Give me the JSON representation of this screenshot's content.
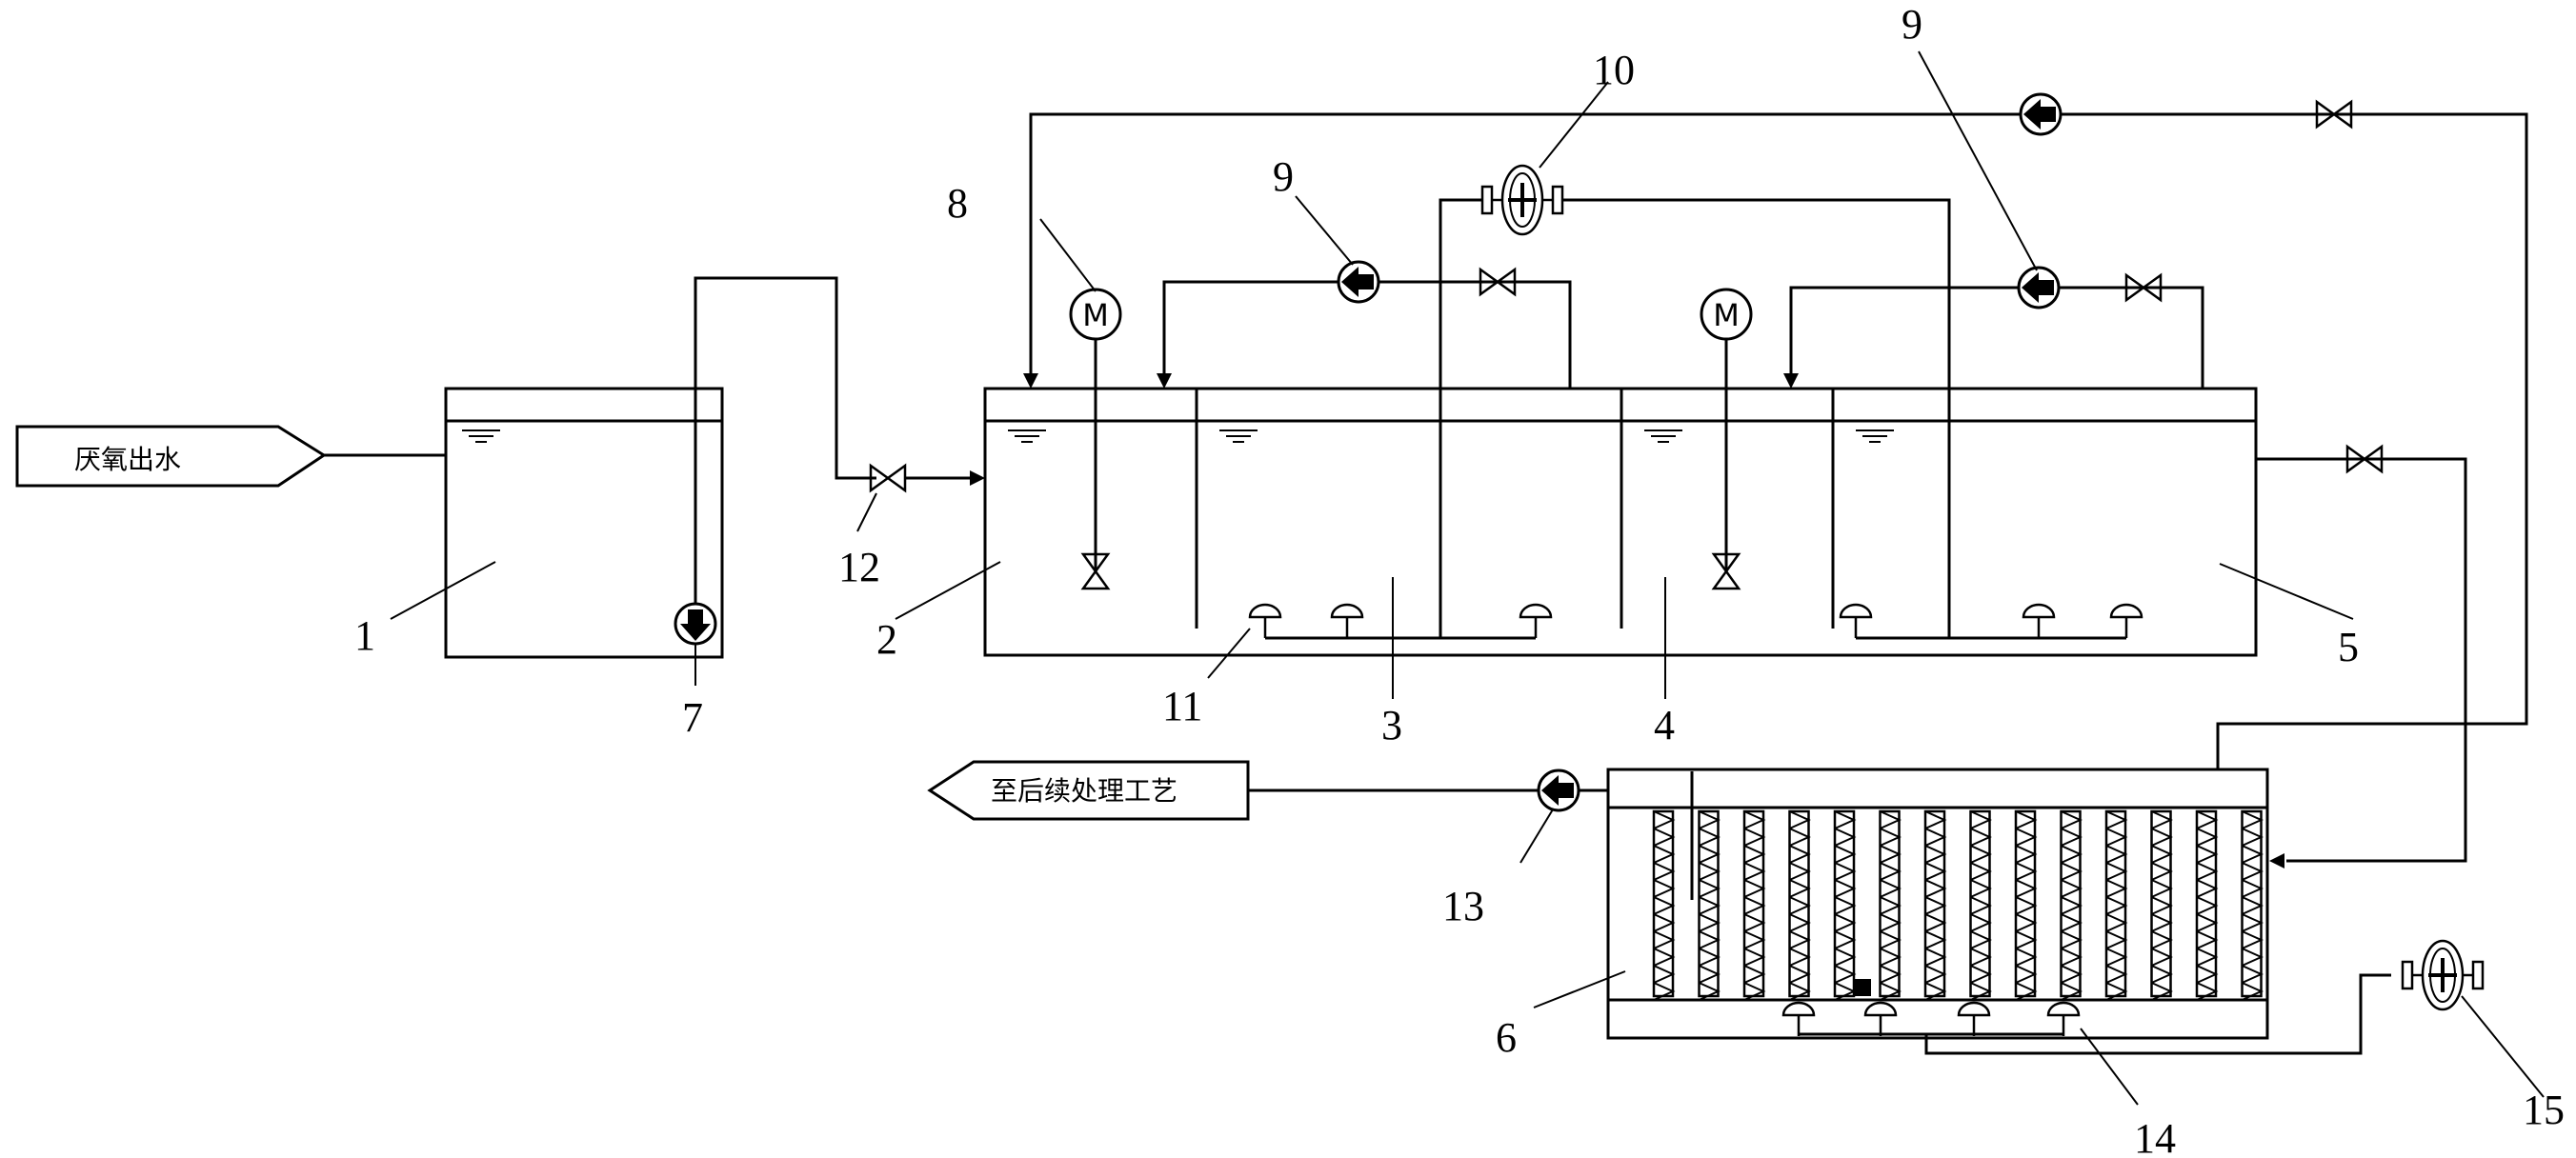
{
  "io": {
    "inlet_label": "厌氧出水",
    "outlet_label": "至后续处理工艺"
  },
  "numbers": {
    "n1": "1",
    "n2": "2",
    "n3": "3",
    "n4": "4",
    "n5": "5",
    "n6": "6",
    "n7": "7",
    "n8": "8",
    "n9a": "9",
    "n9b": "9",
    "n10": "10",
    "n11": "11",
    "n12": "12",
    "n13": "13",
    "n14": "14",
    "n15": "15"
  },
  "symbols": {
    "motor_letter": "M"
  },
  "icons": [
    "valve-icon",
    "pump-icon",
    "blower-icon",
    "motor-icon",
    "aerator-icon",
    "water-level-icon",
    "arrow-icon"
  ]
}
